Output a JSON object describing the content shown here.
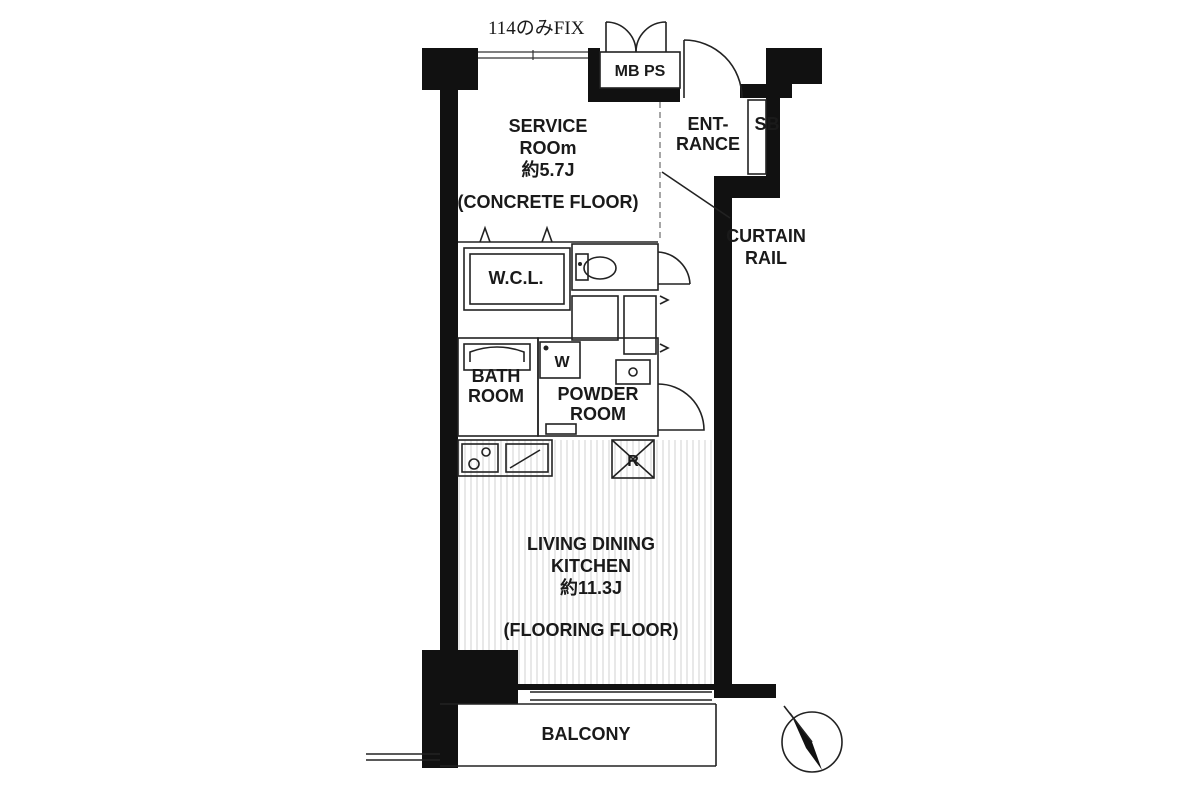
{
  "labels": {
    "fix_note": "114のみFIX",
    "mb_ps": "MB PS",
    "entrance_1": "ENT-",
    "entrance_2": "RANCE",
    "sb": "SB",
    "service_1": "SERVICE",
    "service_2": "ROOm",
    "service_3": "約5.7J",
    "service_4": "(CONCRETE FLOOR)",
    "curtain_1": "CURTAIN",
    "curtain_2": "RAIL",
    "wcl": "W.C.L.",
    "washer": "W",
    "bath_1": "BATH",
    "bath_2": "ROOM",
    "powder_1": "POWDER",
    "powder_2": "ROOM",
    "fridge": "R",
    "ldk_1": "LIVING DINING",
    "ldk_2": "KITCHEN",
    "ldk_3": "約11.3J",
    "ldk_4": "(FLOORING FLOOR)",
    "balcony": "BALCONY"
  },
  "colors": {
    "wall": "#111111",
    "line": "#222222",
    "floor_stripe": "#cfcfcf"
  },
  "icons": {
    "north": "north-arrow-icon"
  }
}
